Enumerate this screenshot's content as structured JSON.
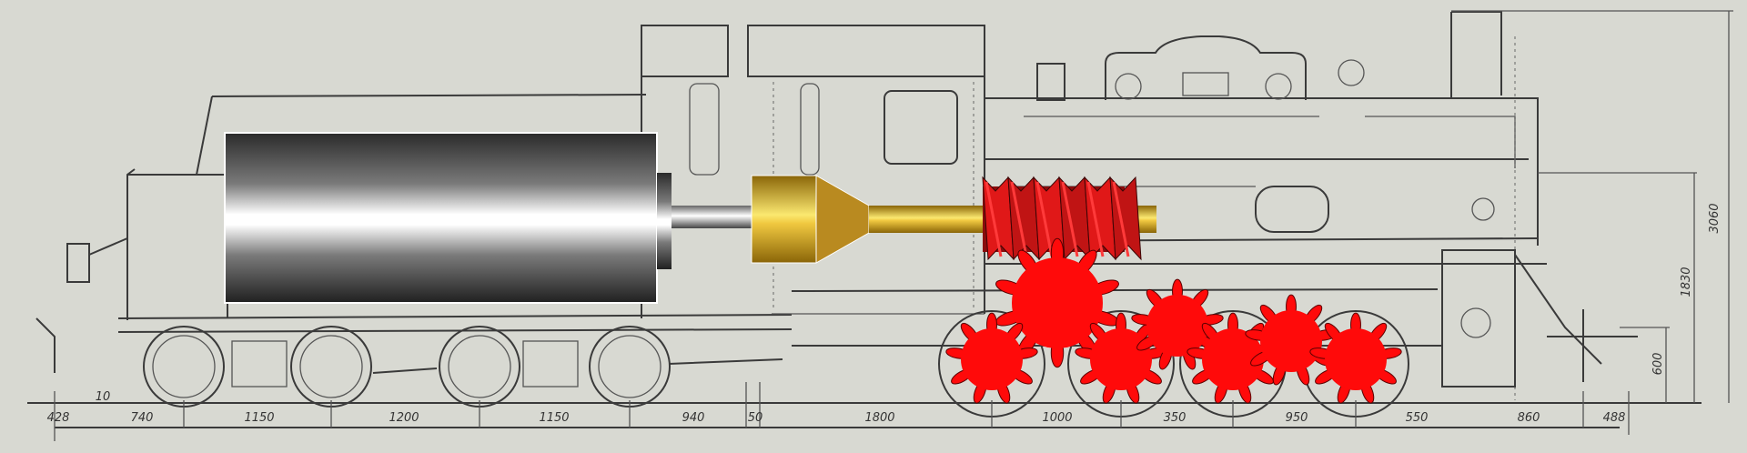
{
  "title": "Steam locomotive side elevation with motor, shaft coupling, worm drive and gear train overlay",
  "dimensions": {
    "horizontal": [
      "428",
      "10",
      "740",
      "1150",
      "1200",
      "1150",
      "940",
      "50",
      "1800",
      "1000",
      "350",
      "950",
      "550",
      "860",
      "488"
    ],
    "vertical": [
      "3060",
      "1830",
      "600"
    ]
  },
  "components": {
    "motor": "grey-cylinder",
    "coupling": "brass-coupling",
    "worm": "red-worm-screw",
    "gears": {
      "large_count": 1,
      "small_count": 6
    }
  },
  "colors": {
    "background": "#d8d9d2",
    "line": "#3a3a3a",
    "gear": "#ff0a0a",
    "worm": "#b01010",
    "brass": "#c8961e"
  }
}
